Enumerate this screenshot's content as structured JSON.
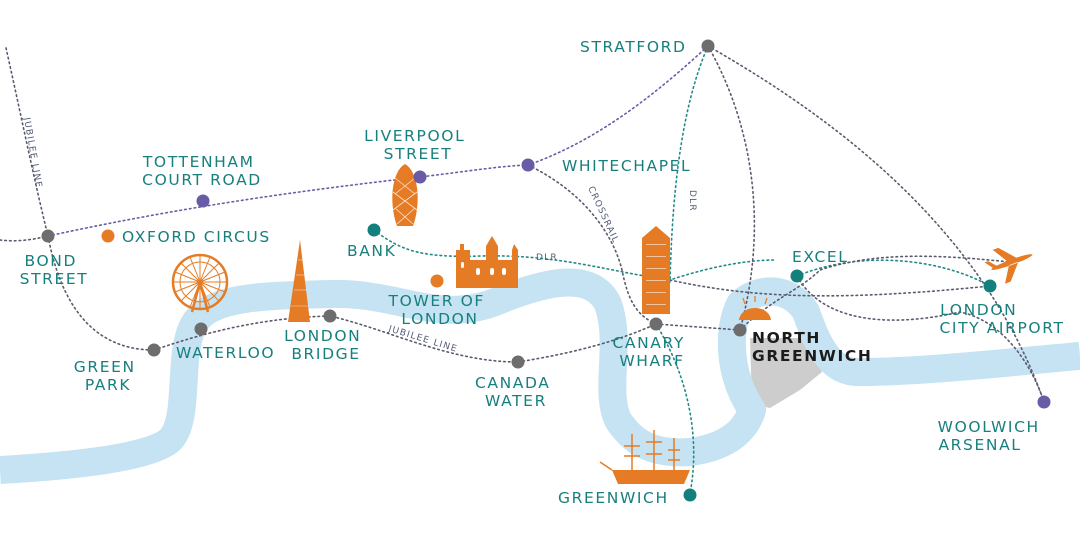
{
  "colors": {
    "river": "#c5e3f2",
    "peninsula": "#cdcdcd",
    "route_grey": "#5a5a6e",
    "route_purple": "#6a5ba7",
    "route_teal": "#1f8a88",
    "label_teal": "#17807e",
    "label_dark": "#1b1b1b",
    "station_grey": "#6d6d6d",
    "station_purple": "#6a5ba7",
    "station_teal": "#14807d",
    "station_orange": "#e57b24",
    "landmark_orange": "#e57b24"
  },
  "stations": {
    "stratford": "STRATFORD",
    "liverpool_street": [
      "LIVERPOOL",
      "STREET"
    ],
    "whitechapel": "WHITECHAPEL",
    "tottenham_court_road": [
      "TOTTENHAM",
      "COURT ROAD"
    ],
    "oxford_circus": "OXFORD CIRCUS",
    "bond_street": [
      "BOND",
      "STREET"
    ],
    "bank": "BANK",
    "tower_of_london": [
      "TOWER OF",
      "LONDON"
    ],
    "excel": "EXCEL",
    "london_city_airport": [
      "LONDON",
      "CITY AIRPORT"
    ],
    "green_park": [
      "GREEN",
      "PARK"
    ],
    "waterloo": "WATERLOO",
    "london_bridge": [
      "LONDON",
      "BRIDGE"
    ],
    "canada_water": [
      "CANADA",
      "WATER"
    ],
    "canary_wharf": [
      "CANARY",
      "WHARF"
    ],
    "north_greenwich": [
      "NORTH",
      "GREENWICH"
    ],
    "woolwich_arsenal": [
      "WOOLWICH",
      "ARSENAL"
    ],
    "greenwich": "GREENWICH"
  },
  "lines": {
    "jubilee_left": "JUBILEE LINE",
    "jubilee_mid": "JUBILEE LINE",
    "crossrail": "CROSSRAIL",
    "dlr_tower": "DLR",
    "dlr_stratford": "DLR"
  },
  "icons": {
    "london_eye": "ferris-wheel-icon",
    "shard": "shard-icon",
    "gherkin": "gherkin-icon",
    "tower_of_london": "castle-icon",
    "canary_wharf_tower": "skyscraper-icon",
    "o2_dome": "dome-icon",
    "airport": "airplane-icon",
    "cutty_sark": "tall-ship-icon"
  }
}
